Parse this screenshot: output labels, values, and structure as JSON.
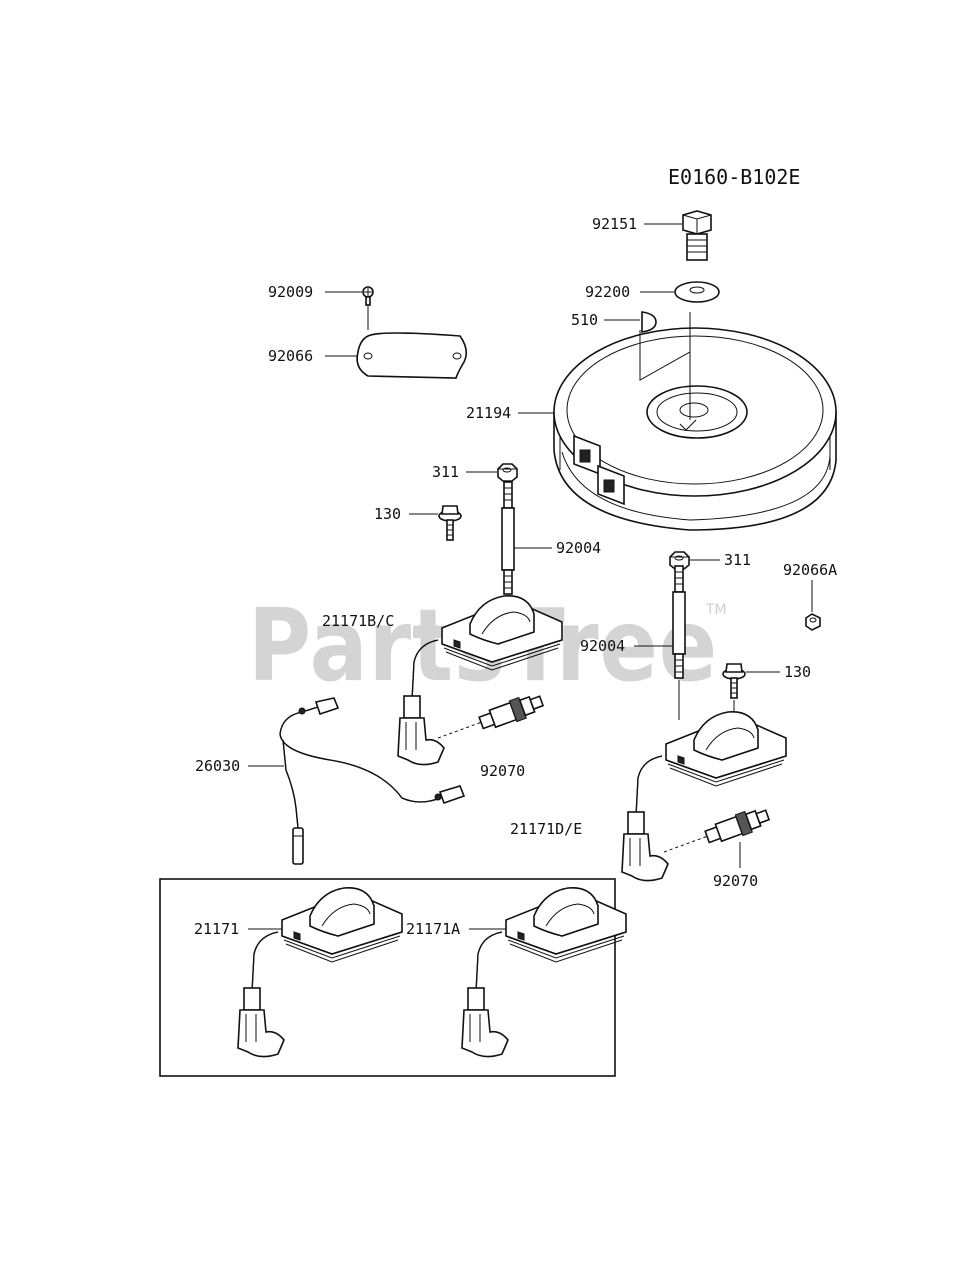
{
  "diagram": {
    "code": "E0160-B102E",
    "watermark": "PartsTree",
    "trademark": "TM",
    "labels": {
      "bolt_92151": "92151",
      "washer_92200": "92200",
      "key_510": "510",
      "flywheel_21194": "21194",
      "screw_92009": "92009",
      "plate_92066": "92066",
      "nut_311_left": "311",
      "bolt_130_left": "130",
      "stud_92004_left": "92004",
      "coil_21171bc": "21171B/C",
      "plug_92070_left": "92070",
      "wire_26030": "26030",
      "nut_311_right": "311",
      "nut_92066a": "92066A",
      "stud_92004_right": "92004",
      "bolt_130_right": "130",
      "coil_21171de": "21171D/E",
      "plug_92070_right": "92070",
      "coil_21171": "21171",
      "coil_21171a": "21171A"
    }
  }
}
